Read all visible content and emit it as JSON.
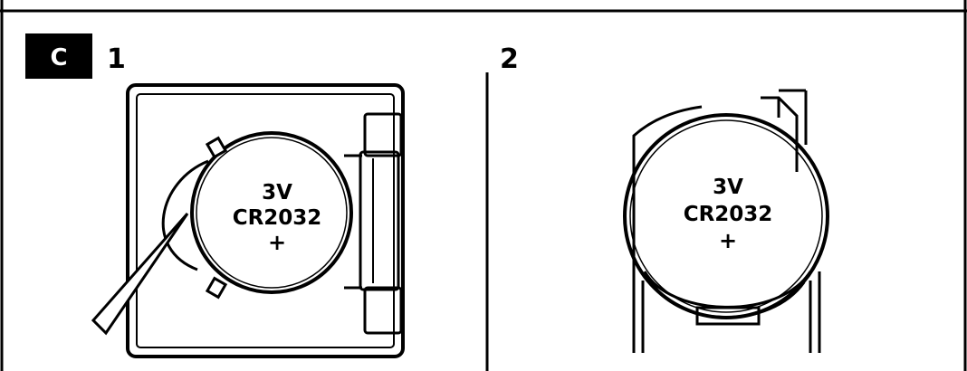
{
  "figure": {
    "badge": "C",
    "steps": [
      {
        "number": "1",
        "battery": {
          "voltage": "3V",
          "model": "CR2032",
          "polarity": "+"
        }
      },
      {
        "number": "2",
        "battery": {
          "voltage": "3V",
          "model": "CR2032",
          "polarity": "+"
        }
      }
    ]
  },
  "colors": {
    "ink": "#000000",
    "paper": "#ffffff",
    "badge_text": "#ffffff"
  },
  "icons": {
    "tool": "flat-pry-tool-icon"
  }
}
